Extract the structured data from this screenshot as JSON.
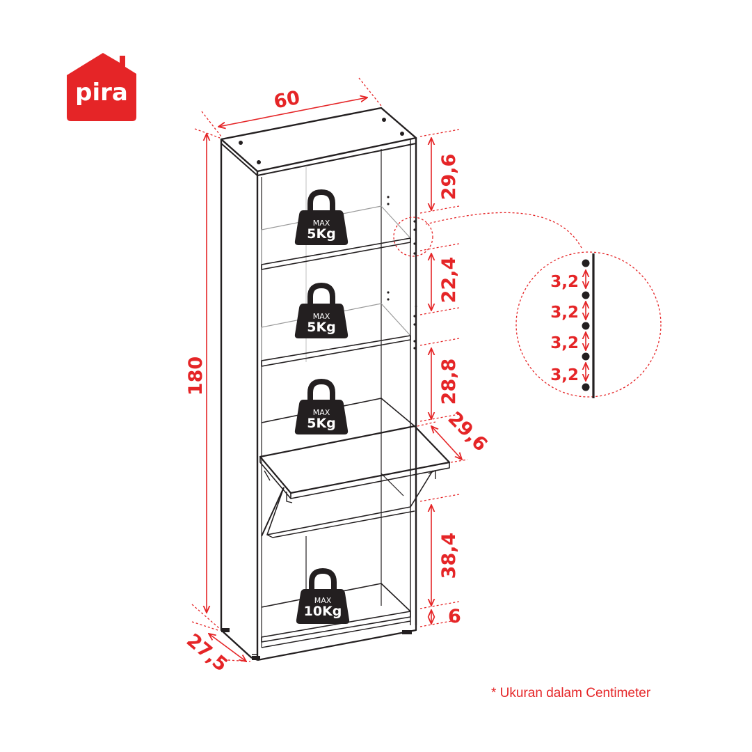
{
  "brand": {
    "name": "pira",
    "color": "#e52527"
  },
  "colors": {
    "accent": "#e52527",
    "line": "#231f20"
  },
  "dimensions": {
    "width": "60",
    "height": "180",
    "depth": "27,5",
    "shelf_gaps": [
      "29,6",
      "22,4",
      "28,8",
      "38,4"
    ],
    "flap_depth": "29,6",
    "plinth": "6",
    "hole_spacing": [
      "3,2",
      "3,2",
      "3,2",
      "3,2"
    ]
  },
  "weights": {
    "max_label": "MAX",
    "shelf_1": "5Kg",
    "shelf_2": "5Kg",
    "shelf_3": "5Kg",
    "bottom": "10Kg"
  },
  "note": "* Ukuran dalam Centimeter"
}
